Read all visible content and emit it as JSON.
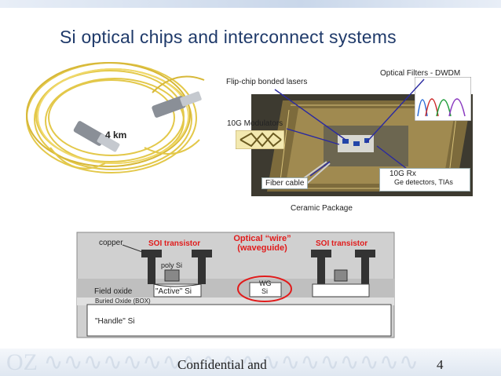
{
  "title": "Si optical chips and interconnect systems",
  "cable": {
    "length_label": "4 km"
  },
  "photo_labels": {
    "optical_filters": "Optical Filters - DWDM",
    "flip_chip": "Flip-chip bonded lasers",
    "modulators": "10G Modulators",
    "fiber_cable": "Fiber cable",
    "rx_title": "10G Rx",
    "rx_sub": "Ge detectors, TIAs",
    "ceramic": "Ceramic Package"
  },
  "cross_section": {
    "copper": "copper",
    "soi_left": "SOI transistor",
    "optical_wire_line1": "Optical “wire”",
    "optical_wire_line2": "(waveguide)",
    "soi_right": "SOI transistor",
    "poly_si": "poly Si",
    "wg": "WG",
    "wg_si": "Si",
    "field_oxide": "Field oxide",
    "active_si": "\"Active\" Si",
    "box": "Buried Oxide (BOX)",
    "handle": "\"Handle\" Si"
  },
  "footer": {
    "text": "Confidential and",
    "page": "4"
  },
  "colors": {
    "title": "#1f3a6a",
    "accent_red": "#e11b1b",
    "callout_line": "#2a2aa0",
    "fiber": "#e3c84a"
  }
}
